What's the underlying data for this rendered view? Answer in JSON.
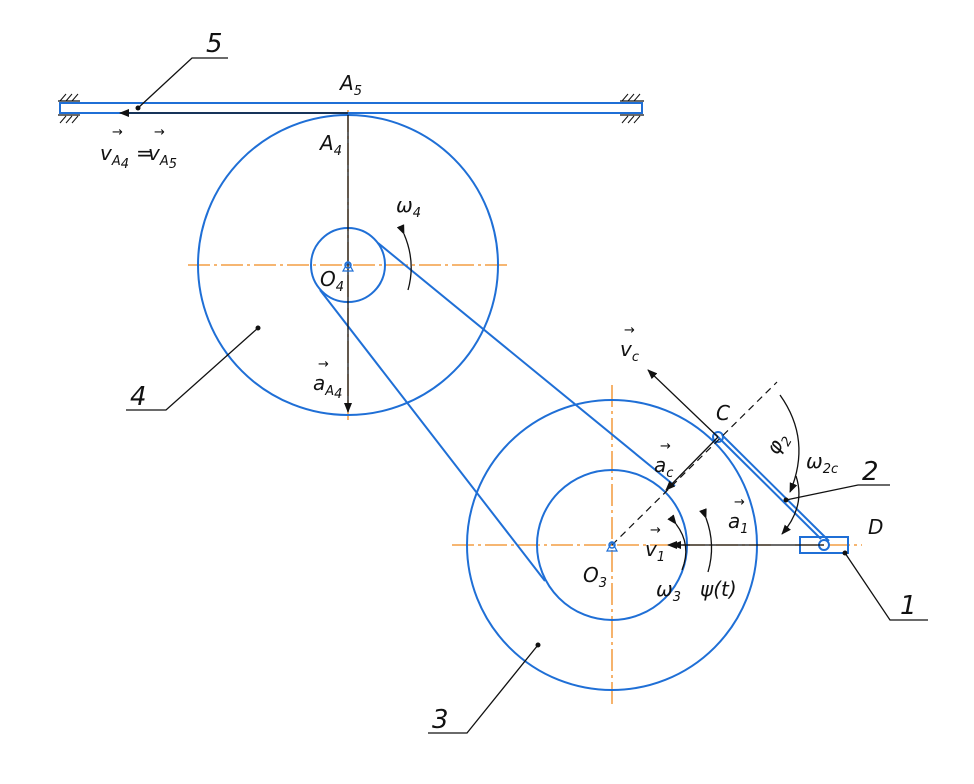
{
  "part_numbers": {
    "p1": "1",
    "p2": "2",
    "p3": "3",
    "p4": "4",
    "p5": "5"
  },
  "points": {
    "A5": "A",
    "A4": "A",
    "O4": "O",
    "O3": "O",
    "C": "C",
    "D": "D"
  },
  "subscripts": {
    "A5": "5",
    "A4": "4",
    "O4": "4",
    "O3": "3"
  },
  "vectors": {
    "vA4_v": "v",
    "vA4_sub": "A",
    "vA4_subsub": "4",
    "eq": "=",
    "vA5_v": "v",
    "vA5_sub": "A",
    "vA5_subsub": "5",
    "aA4_a": "a",
    "aA4_sub": "A",
    "aA4_subsub": "4",
    "vC_v": "v",
    "vC_sub": "c",
    "aC_a": "a",
    "aC_sub": "c",
    "v1_v": "v",
    "v1_sub": "1",
    "a1_a": "a",
    "a1_sub": "1",
    "arrow": "→"
  },
  "angular": {
    "w4": "ω",
    "w4_sub": "4",
    "w3": "ω",
    "w3_sub": "3",
    "w2c": "ω",
    "w2c_sub": "2c",
    "phi2": "φ",
    "phi2_sub": "2",
    "psi": "ψ(t)"
  },
  "colors": {
    "mechanism": "#1f6fd6",
    "centerline": "#f08a1e",
    "annotation": "#111111"
  }
}
